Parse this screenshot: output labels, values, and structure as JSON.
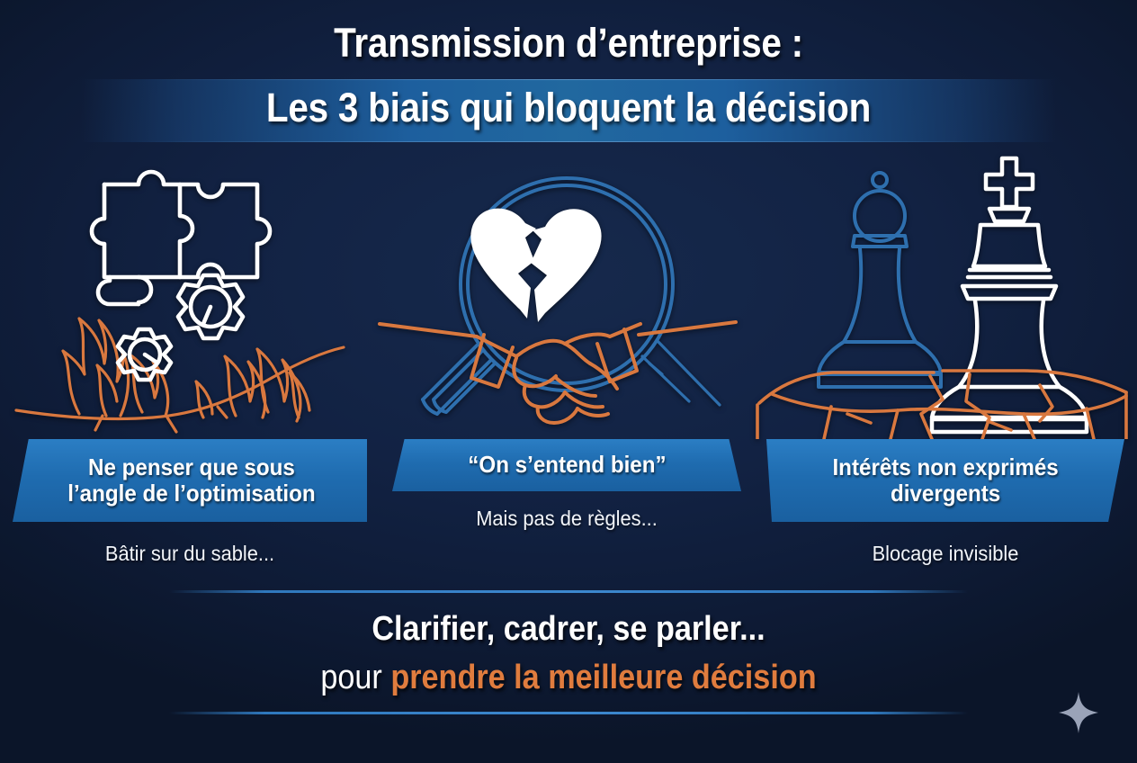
{
  "title": {
    "line1": "Transmission d’entreprise :",
    "line2": "Les 3 biais qui bloquent la décision"
  },
  "colors": {
    "background": "#11203f",
    "band_blue": "#1d5f9e",
    "banner_blue": "#1f6cb0",
    "accent_orange": "#e07c3e",
    "line_white": "#ffffff",
    "rule_blue": "#2f78bd",
    "sparkle_gray": "#9aa3b8",
    "illustration_orange": "#d9783f",
    "illustration_blue": "#2e6fae"
  },
  "biases": [
    {
      "id": "optimisation",
      "illustration": "puzzle-gears-on-fire",
      "banner": "Ne penser que sous\nl’angle de l’optimisation",
      "caption": "Bâtir sur du sable..."
    },
    {
      "id": "entente",
      "illustration": "magnifier-broken-heart-handshake",
      "banner": "“On s’entend bien”",
      "caption": "Mais pas de règles..."
    },
    {
      "id": "interets",
      "illustration": "chess-king-pawn-cracked-ground",
      "banner": "Intérêts non exprimés\ndivergents",
      "caption": "Blocage invisible"
    }
  ],
  "footer": {
    "line1": "Clarifier, cadrer, se parler...",
    "line2_plain": "pour ",
    "line2_accent": "prendre la meilleure décision"
  },
  "decoration": {
    "sparkle_icon": "sparkle-four-point"
  }
}
